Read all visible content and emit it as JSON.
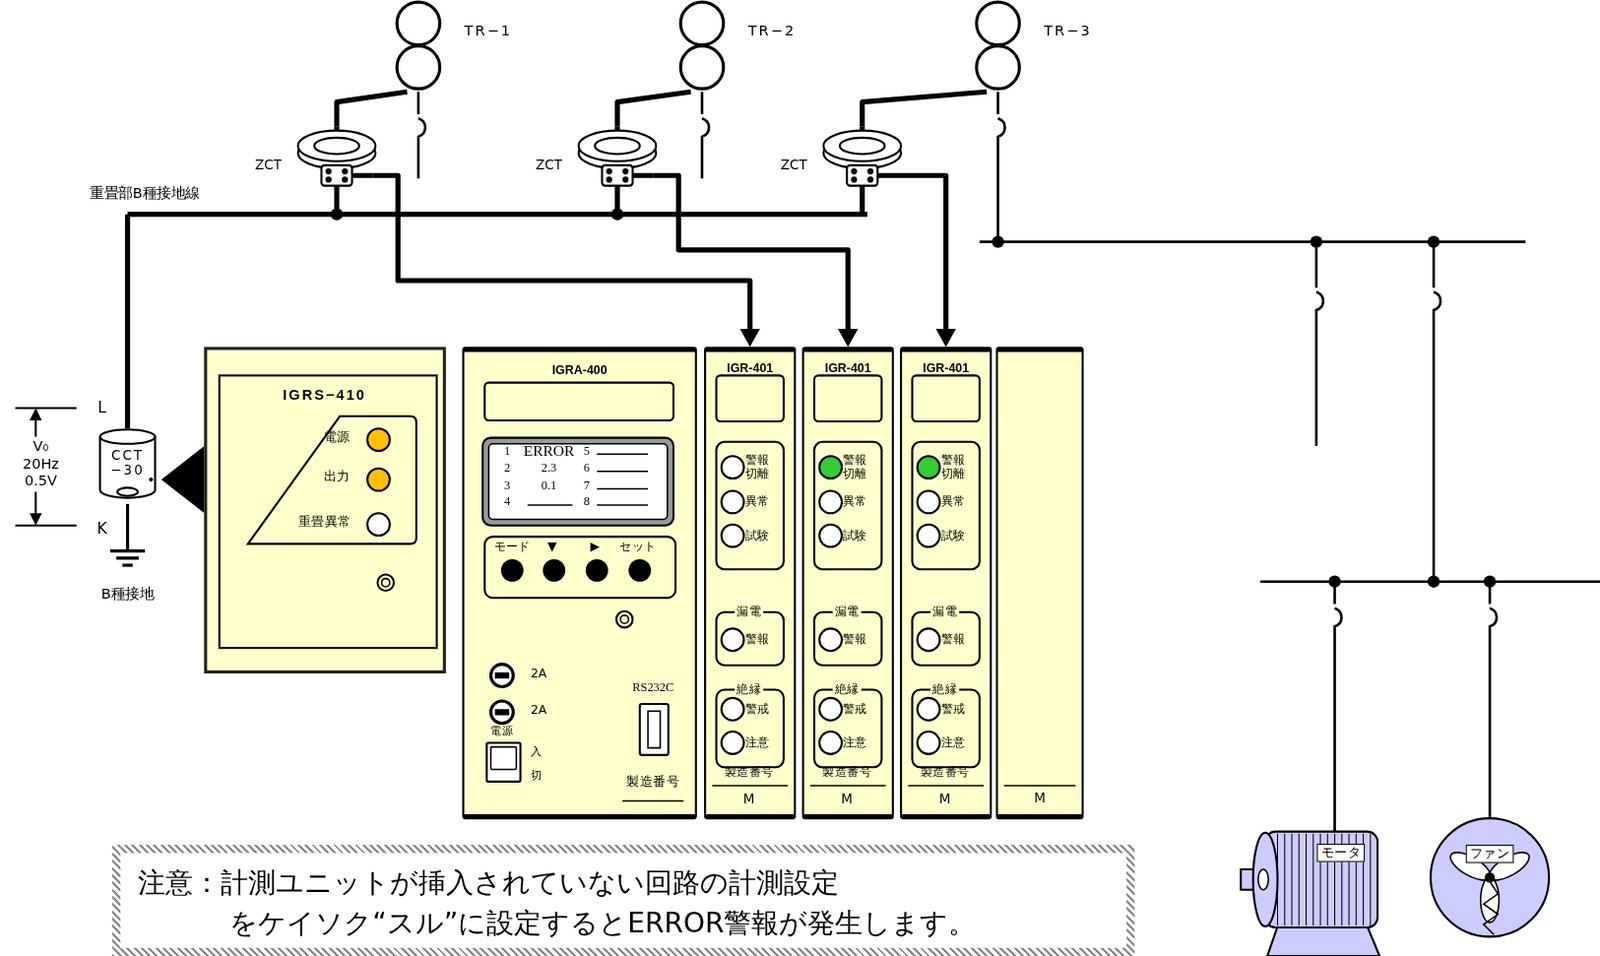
{
  "diagram": {
    "nodes": [
      {
        "text": [
          "TR−1"
        ]
      },
      {
        "text": [
          "TR−2"
        ]
      },
      {
        "text": [
          "TR−3"
        ]
      },
      {
        "text": [
          "ZCT"
        ]
      },
      {
        "text": [
          "ZCT"
        ]
      },
      {
        "text": [
          "ZCT"
        ]
      },
      {
        "text": [
          "CCT −30"
        ]
      },
      {
        "text": [
          "IGRS−410"
        ]
      },
      {
        "text": [
          "IGRA-400"
        ]
      },
      {
        "text": [
          "IGR-401"
        ]
      },
      {
        "text": [
          "IGR-401"
        ]
      },
      {
        "text": [
          "IGR-401"
        ]
      },
      {
        "text": [
          "M"
        ]
      },
      {
        "text": [
          "注意：計測ユニットが挿入されていない回路の計測設定 をケイソク“スル”に設定するとERROR警報が発生します。"
        ]
      },
      {
        "text": [
          "モータ"
        ]
      },
      {
        "text": [
          "ファン"
        ]
      }
    ],
    "edges": [
      {
        "from": 0,
        "to": 3,
        "arrow": "none"
      },
      {
        "from": 1,
        "to": 4,
        "arrow": "none"
      },
      {
        "from": 2,
        "to": 5,
        "arrow": "none"
      },
      {
        "from": 3,
        "to": 9,
        "arrow": "to"
      },
      {
        "from": 4,
        "to": 10,
        "arrow": "to"
      },
      {
        "from": 5,
        "to": 11,
        "arrow": "to"
      },
      {
        "from": 7,
        "to": 6,
        "arrow": "to"
      }
    ],
    "labels": [
      "重畳部B種接地線",
      "L",
      "V₀",
      "20Hz",
      "0.5V",
      "K",
      "B種接地",
      "電源",
      "出力",
      "重畳異常",
      "1",
      "ERROR",
      "5",
      "2",
      "2.3",
      "6",
      "3",
      "0.1",
      "7",
      "4",
      "8",
      "モード",
      "▼",
      "▶",
      "セット",
      "2A",
      "2A",
      "電源",
      "入",
      "切",
      "RS232C",
      "製造番号",
      "警報 切離",
      "異常",
      "試験",
      "漏電",
      "警報",
      "絶縁",
      "警戒",
      "注意",
      "製造番号",
      "M",
      "警報 切離",
      "異常",
      "試験",
      "漏電",
      "警報",
      "絶縁",
      "警戒",
      "注意",
      "製造番号",
      "M",
      "警報 切離",
      "異常",
      "試験",
      "漏電",
      "警報",
      "絶縁",
      "警戒",
      "注意",
      "製造番号",
      "M"
    ]
  }
}
